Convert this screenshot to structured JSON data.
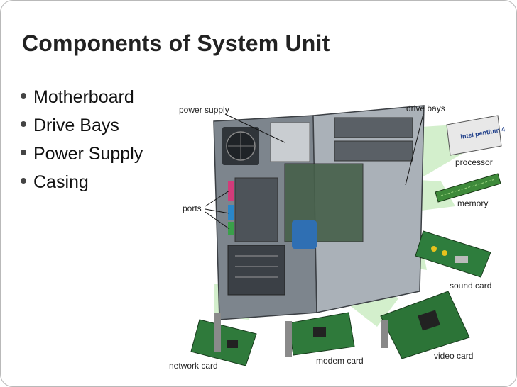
{
  "slide": {
    "title": "Components of System Unit",
    "bullets": [
      "Motherboard",
      "Drive Bays",
      "Power Supply",
      "Casing"
    ]
  },
  "figure": {
    "labels": {
      "power_supply": "power supply",
      "drive_bays": "drive bays",
      "processor": "processor",
      "memory": "memory",
      "ports": "ports",
      "sound_card": "sound card",
      "video_card": "video card",
      "modem_card": "modem card",
      "network_card": "network card"
    },
    "chip_text": "intel pentium 4"
  }
}
